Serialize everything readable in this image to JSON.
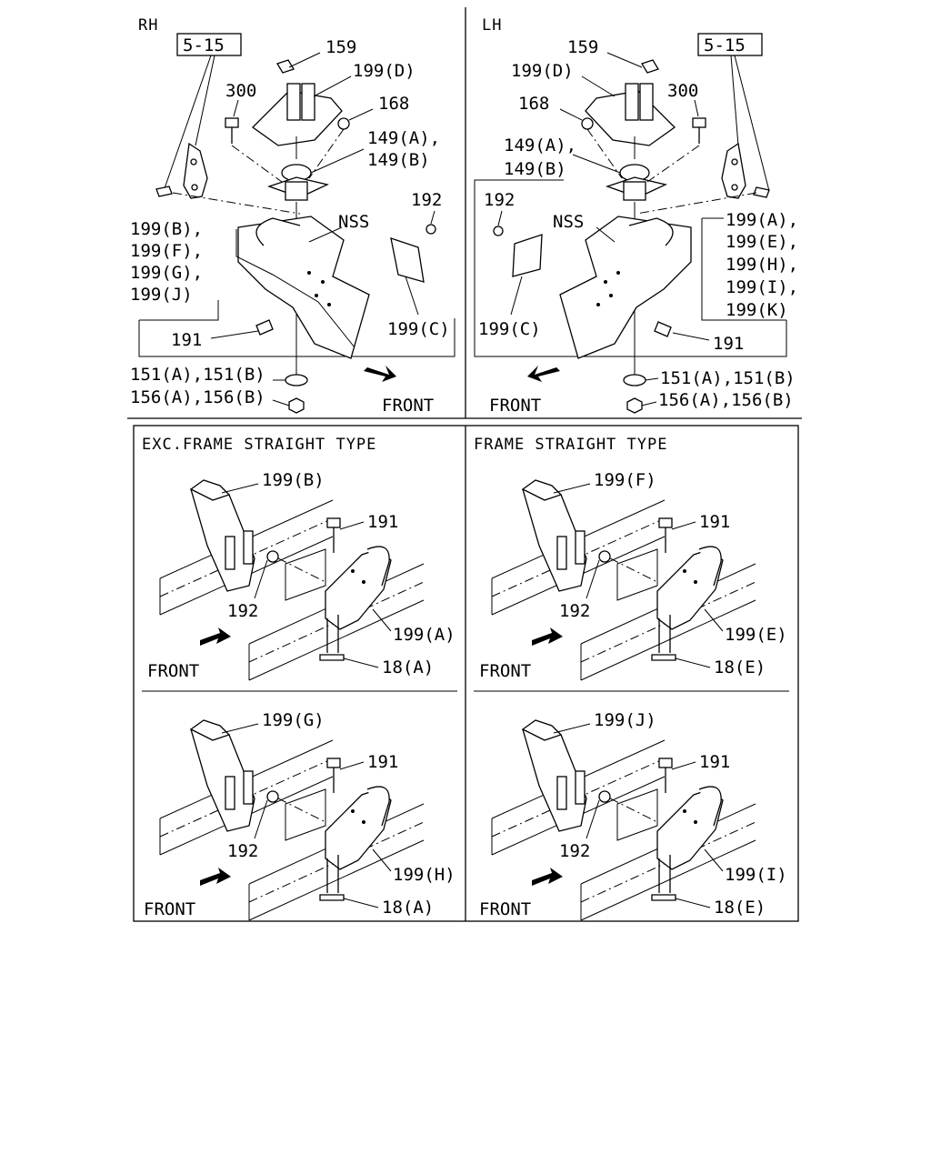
{
  "top": {
    "rh": {
      "side": "RH",
      "ref_box": "5-15",
      "labels": {
        "l159": "159",
        "l199d": "199(D)",
        "l300": "300",
        "l168": "168",
        "l149a": "149(A),",
        "l149b": "149(B)",
        "lnss": "NSS",
        "l192": "192",
        "l199b": "199(B),",
        "l199f": "199(F),",
        "l199g": "199(G),",
        "l199j": "199(J)",
        "l199c": "199(C)",
        "l191": "191",
        "l151": "151(A),151(B)",
        "l156": "156(A),156(B)",
        "front": "FRONT"
      }
    },
    "lh": {
      "side": "LH",
      "ref_box": "5-15",
      "labels": {
        "l159": "159",
        "l199d": "199(D)",
        "l168": "168",
        "l300": "300",
        "l149a": "149(A),",
        "l149b": "149(B)",
        "l192": "192",
        "lnss": "NSS",
        "l199a": "199(A),",
        "l199e": "199(E),",
        "l199h": "199(H),",
        "l199i": "199(I),",
        "l199k": "199(K)",
        "l199c": "199(C)",
        "l191": "191",
        "l151": "151(A),151(B)",
        "l156": "156(A),156(B)",
        "front": "FRONT"
      }
    }
  },
  "bottom": {
    "left_title": "EXC.FRAME STRAIGHT TYPE",
    "right_title": "FRAME STRAIGHT TYPE",
    "panels": [
      {
        "upper": "199(B)",
        "bolt": "191",
        "nut": "192",
        "lower": "199(A)",
        "stud": "18(A)",
        "front": "FRONT"
      },
      {
        "upper": "199(F)",
        "bolt": "191",
        "nut": "192",
        "lower": "199(E)",
        "stud": "18(E)",
        "front": "FRONT"
      },
      {
        "upper": "199(G)",
        "bolt": "191",
        "nut": "192",
        "lower": "199(H)",
        "stud": "18(A)",
        "front": "FRONT"
      },
      {
        "upper": "199(J)",
        "bolt": "191",
        "nut": "192",
        "lower": "199(I)",
        "stud": "18(E)",
        "front": "FRONT"
      }
    ]
  }
}
